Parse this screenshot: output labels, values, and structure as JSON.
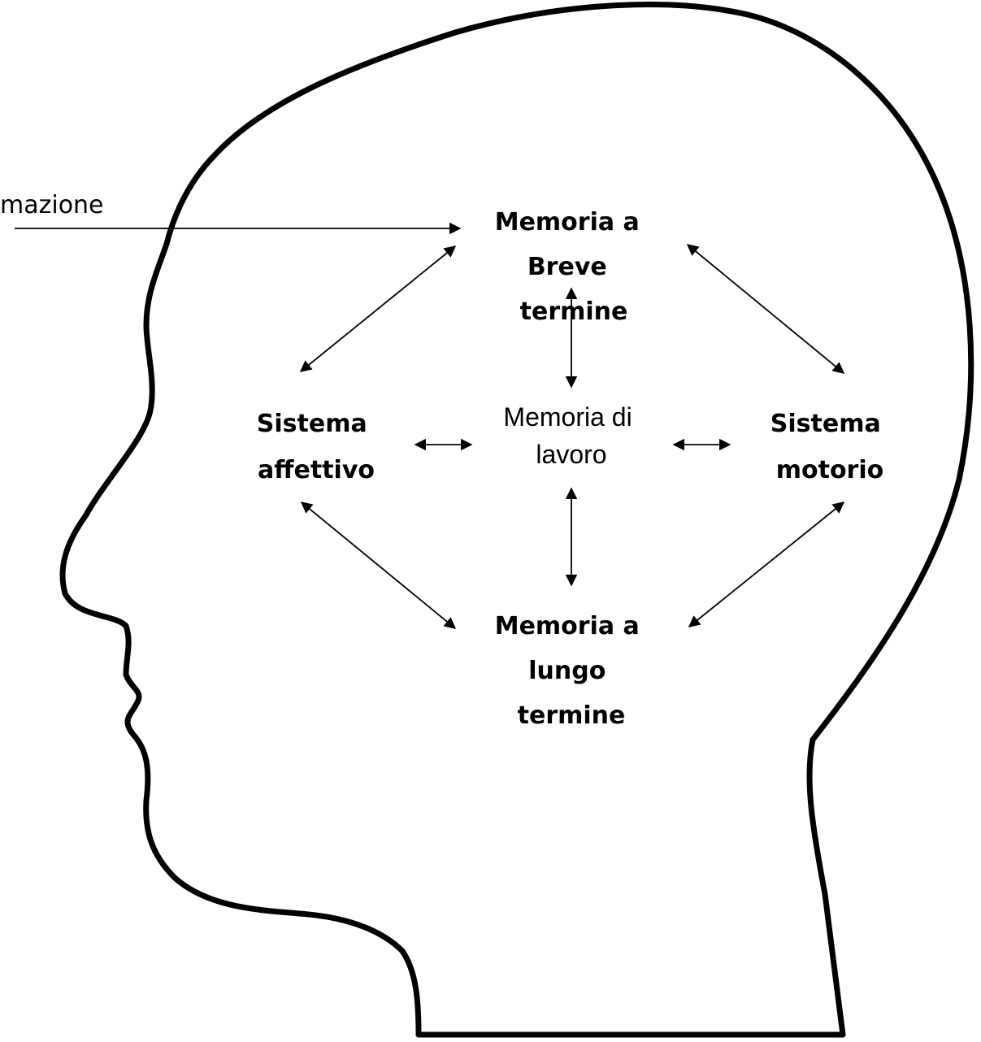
{
  "diagram": {
    "input_label": "mazione",
    "nodes": {
      "short_term": [
        "Memoria a",
        "Breve",
        "termine"
      ],
      "working": [
        "Memoria di",
        "lavoro"
      ],
      "affective": [
        "Sistema",
        "affettivo"
      ],
      "motor": [
        "Sistema",
        "motorio"
      ],
      "long_term": [
        "Memoria a",
        "lungo",
        "termine"
      ]
    }
  }
}
